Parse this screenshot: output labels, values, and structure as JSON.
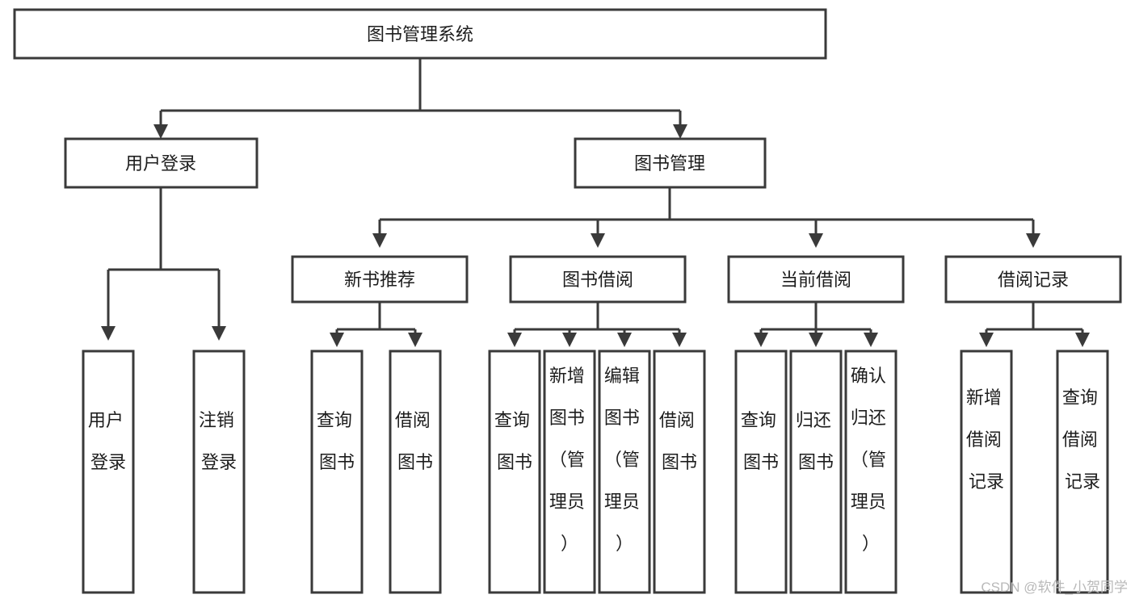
{
  "diagram": {
    "title": "图书管理系统",
    "type": "hierarchy-tree",
    "orientation": "top-down",
    "levels": 4,
    "root": {
      "id": "root",
      "label": "图书管理系统",
      "text_orientation": "horizontal"
    },
    "level2": [
      {
        "id": "user-login",
        "label": "用户登录",
        "text_orientation": "horizontal"
      },
      {
        "id": "book-manage",
        "label": "图书管理",
        "text_orientation": "horizontal"
      }
    ],
    "level3": [
      {
        "id": "new-book-recommend",
        "label": "新书推荐",
        "text_orientation": "horizontal",
        "parent": "book-manage"
      },
      {
        "id": "book-borrow",
        "label": "图书借阅",
        "text_orientation": "horizontal",
        "parent": "book-manage"
      },
      {
        "id": "current-borrow",
        "label": "当前借阅",
        "text_orientation": "horizontal",
        "parent": "book-manage"
      },
      {
        "id": "borrow-record",
        "label": "借阅记录",
        "text_orientation": "horizontal",
        "parent": "book-manage"
      }
    ],
    "leaves": [
      {
        "id": "leaf-user-login",
        "parent": "user-login",
        "lines": [
          "用户",
          "登录"
        ],
        "text_orientation": "vertical"
      },
      {
        "id": "leaf-user-logout",
        "parent": "user-login",
        "lines": [
          "注销",
          "登录"
        ],
        "text_orientation": "vertical"
      },
      {
        "id": "leaf-query-book-1",
        "parent": "new-book-recommend",
        "lines": [
          "查询",
          "图书"
        ],
        "text_orientation": "vertical"
      },
      {
        "id": "leaf-borrow-book-1",
        "parent": "new-book-recommend",
        "lines": [
          "借阅",
          "图书"
        ],
        "text_orientation": "vertical"
      },
      {
        "id": "leaf-query-book-2",
        "parent": "book-borrow",
        "lines": [
          "查询",
          "图书"
        ],
        "text_orientation": "vertical"
      },
      {
        "id": "leaf-add-book",
        "parent": "book-borrow",
        "lines": [
          "新增",
          "图书",
          "（管",
          "理员",
          "）"
        ],
        "text_orientation": "vertical"
      },
      {
        "id": "leaf-edit-book",
        "parent": "book-borrow",
        "lines": [
          "编辑",
          "图书",
          "（管",
          "理员",
          "）"
        ],
        "text_orientation": "vertical"
      },
      {
        "id": "leaf-borrow-book-2",
        "parent": "book-borrow",
        "lines": [
          "借阅",
          "图书"
        ],
        "text_orientation": "vertical"
      },
      {
        "id": "leaf-query-book-3",
        "parent": "current-borrow",
        "lines": [
          "查询",
          "图书"
        ],
        "text_orientation": "vertical"
      },
      {
        "id": "leaf-return-book",
        "parent": "current-borrow",
        "lines": [
          "归还",
          "图书"
        ],
        "text_orientation": "vertical"
      },
      {
        "id": "leaf-confirm-return",
        "parent": "current-borrow",
        "lines": [
          "确认",
          "归还",
          "（管",
          "理员",
          "）"
        ],
        "text_orientation": "vertical"
      },
      {
        "id": "leaf-add-record",
        "parent": "borrow-record",
        "lines": [
          "新增",
          "借阅",
          "记录"
        ],
        "text_orientation": "vertical"
      },
      {
        "id": "leaf-query-record",
        "parent": "borrow-record",
        "lines": [
          "查询",
          "借阅",
          "记录"
        ],
        "text_orientation": "vertical"
      }
    ]
  },
  "watermark": {
    "text": "CSDN @软件_小贺同学"
  },
  "colors": {
    "background": "#ffffff",
    "box_fill": "#ffffff",
    "box_stroke": "#3a3a3a",
    "connector": "#3a3a3a",
    "label_text": "#1d1d1d",
    "watermark_text": "#b9b9b9"
  }
}
